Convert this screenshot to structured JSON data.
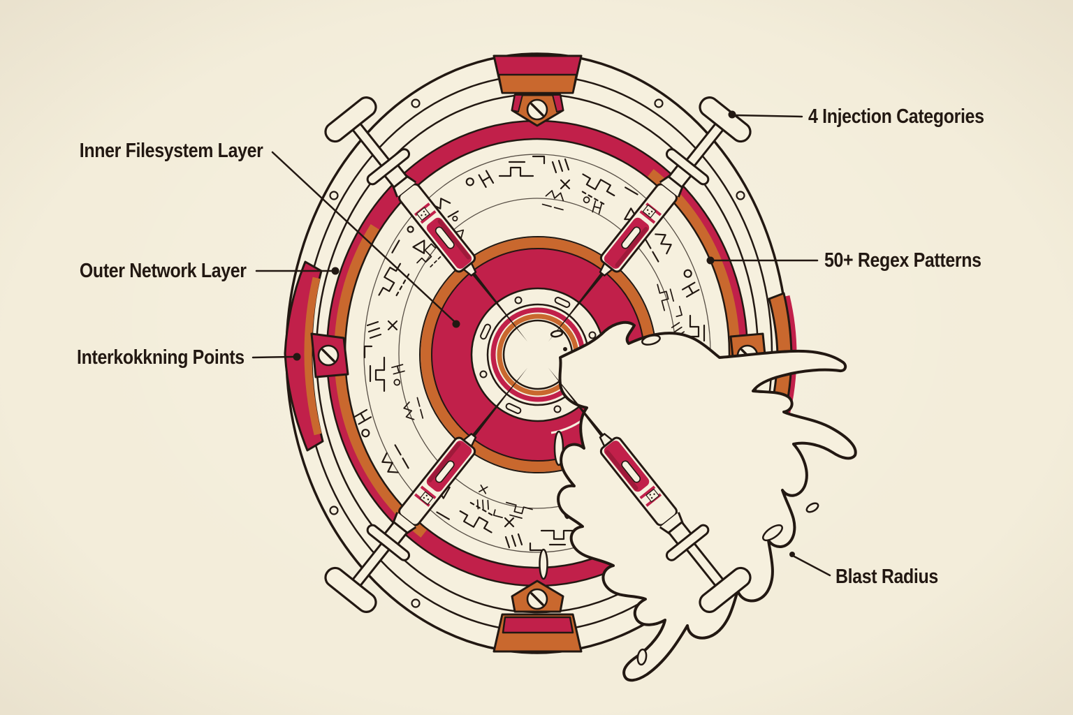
{
  "palette": {
    "background": "#f3edda",
    "cream": "#f6f0de",
    "crimson": "#c1204a",
    "crimson_dark": "#9e1a3a",
    "orange": "#c9682e",
    "ink": "#221812"
  },
  "callouts": {
    "inner_filesystem": {
      "label": "Inner Filesystem Layer"
    },
    "outer_network": {
      "label": "Outer Network Layer"
    },
    "interlocking": {
      "label": "Interkokkning Points"
    },
    "injection_categories": {
      "label": "4 Injection Categories"
    },
    "regex_patterns": {
      "label": "50+ Regex Patterns"
    },
    "blast_radius": {
      "label": "Blast Radius"
    }
  }
}
